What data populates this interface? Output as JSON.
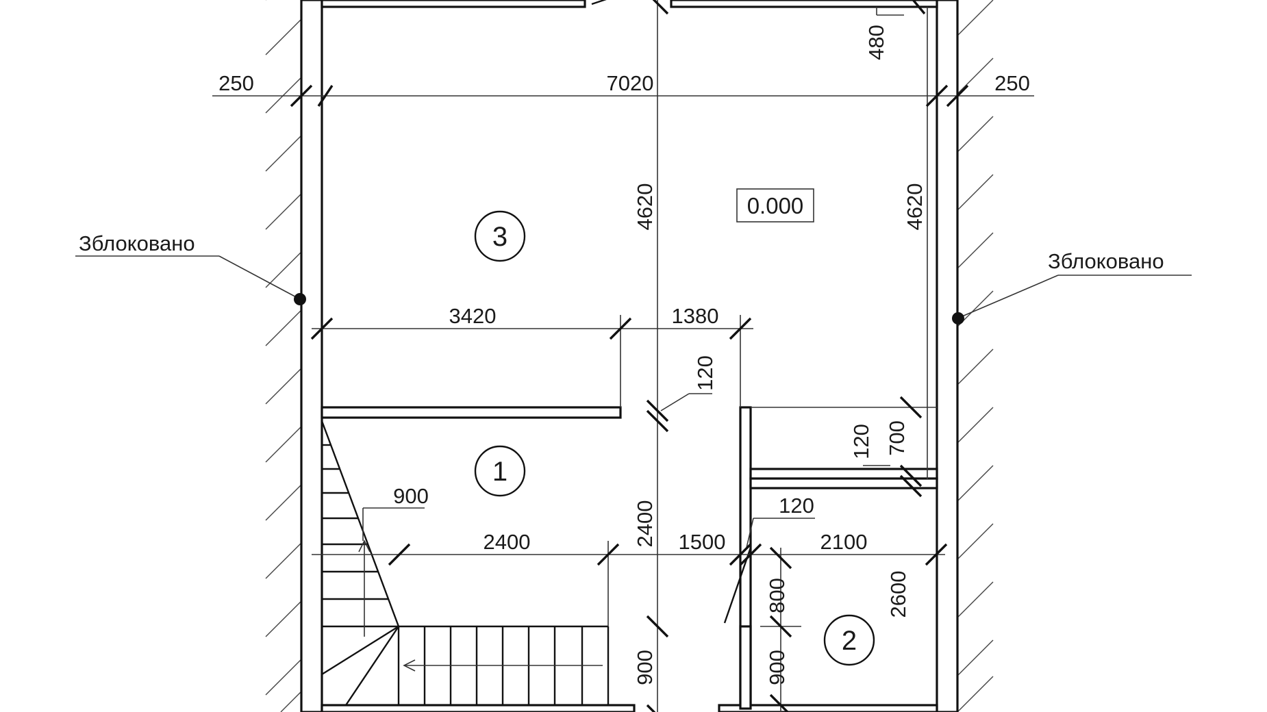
{
  "labels": {
    "blocked_left": "Зблоковано",
    "blocked_right": "Зблоковано",
    "level_mark": "0.000"
  },
  "rooms": {
    "room_1": "1",
    "room_2": "2",
    "room_3": "3"
  },
  "dimensions": {
    "wall_left_250": "250",
    "overall_7020": "7020",
    "wall_right_250": "250",
    "top_480": "480",
    "height_left_4620": "4620",
    "height_right_4620": "4620",
    "seg_3420": "3420",
    "seg_1380": "1380",
    "wall_120_a": "120",
    "wall_120_b": "120",
    "wall_120_c": "120",
    "seg_700": "700",
    "stair_900": "900",
    "seg_2400_h": "2400",
    "seg_2400_v": "2400",
    "seg_1500": "1500",
    "seg_2100": "2100",
    "door_800": "800",
    "seg_2600": "2600",
    "bottom_900_a": "900",
    "bottom_900_b": "900"
  }
}
